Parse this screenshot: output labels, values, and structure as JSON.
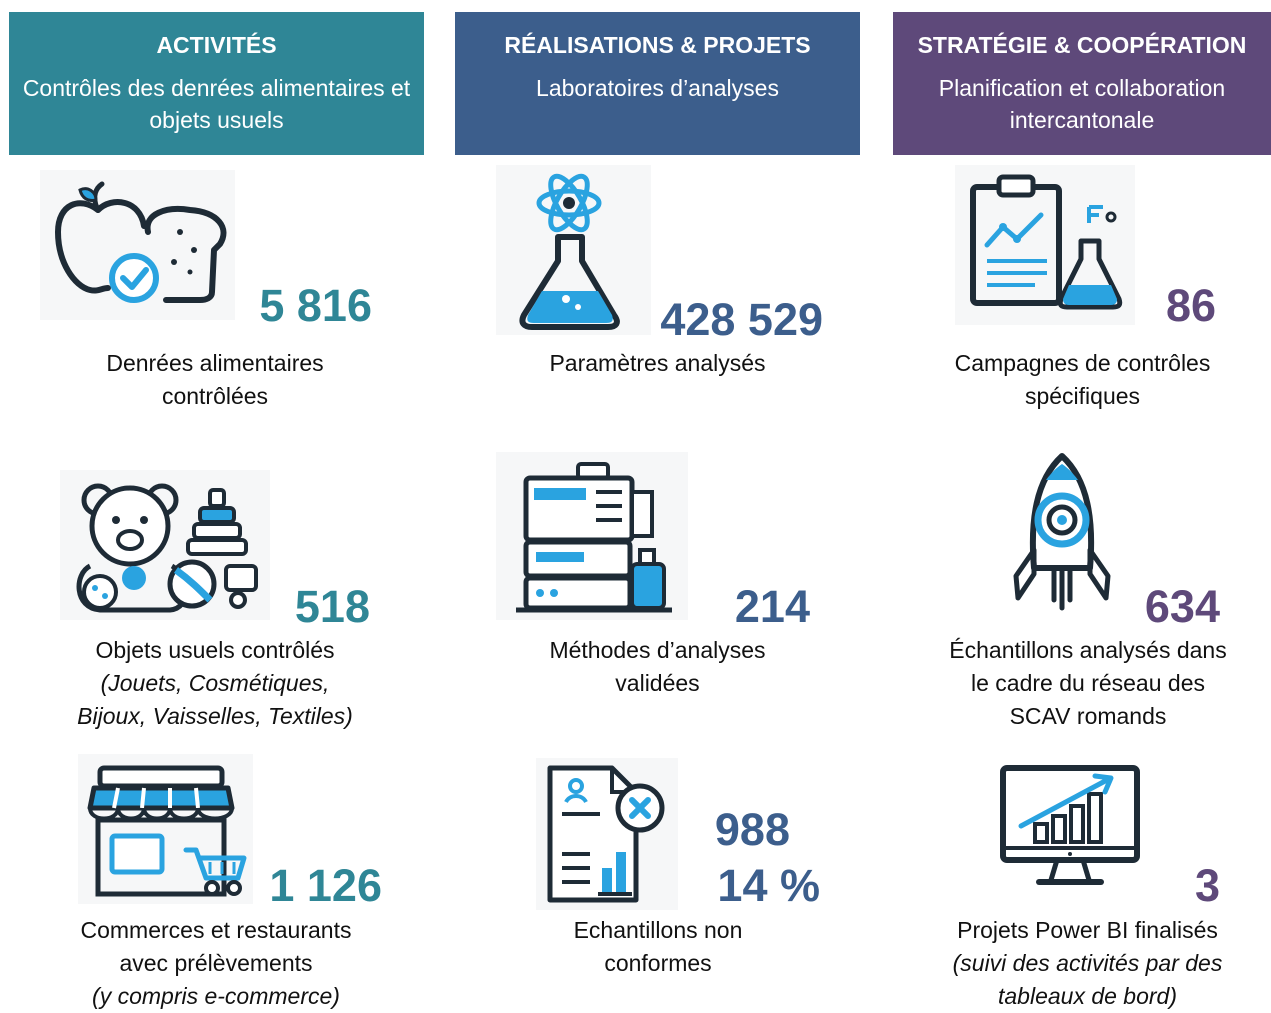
{
  "colors": {
    "teal": "#2f8696",
    "blue": "#3c5e8c",
    "purple": "#5e497a",
    "accent": "#2aa3e0"
  },
  "columns": [
    {
      "title": "ACTIVITÉS",
      "subtitle": "Contrôles des denrées alimentaires et objets usuels"
    },
    {
      "title": "RÉALISATIONS & PROJETS",
      "subtitle": "Laboratoires d’analyses"
    },
    {
      "title": "STRATÉGIE & COOPÉRATION",
      "subtitle": "Planification et collaboration intercantonale"
    }
  ],
  "cards": {
    "food": {
      "icon": "apple-bread-check-icon",
      "value": "5 816",
      "label": "Denrées alimentaires contrôlées"
    },
    "params": {
      "icon": "flask-atom-icon",
      "value": "428 529",
      "label": "Paramètres analysés"
    },
    "campaigns": {
      "icon": "clipboard-chart-flask-icon",
      "value": "86",
      "label": "Campagnes de contrôles spécifiques"
    },
    "objects": {
      "icon": "toys-icon",
      "value": "518",
      "label": "Objets usuels contrôlés",
      "note": "(Jouets, Cosmétiques, Bijoux, Vaisselles, Textiles)"
    },
    "methods": {
      "icon": "lab-instrument-icon",
      "value": "214",
      "label": "Méthodes d’analyses validées"
    },
    "network": {
      "icon": "rocket-icon",
      "value": "634",
      "label": "Échantillons analysés dans le cadre du réseau des SCAV romands"
    },
    "shops": {
      "icon": "shop-cart-icon",
      "value": "1 126",
      "label": "Commerces et restaurants avec prélèvements",
      "note": "(y compris e-commerce)"
    },
    "nonconform": {
      "icon": "report-reject-icon",
      "value": "988",
      "value2": "14 %",
      "label": "Echantillons non conformes"
    },
    "powerbi": {
      "icon": "monitor-growth-chart-icon",
      "value": "3",
      "label": "Projets Power BI finalisés",
      "note": "(suivi des activités par des tableaux de bord)"
    }
  }
}
